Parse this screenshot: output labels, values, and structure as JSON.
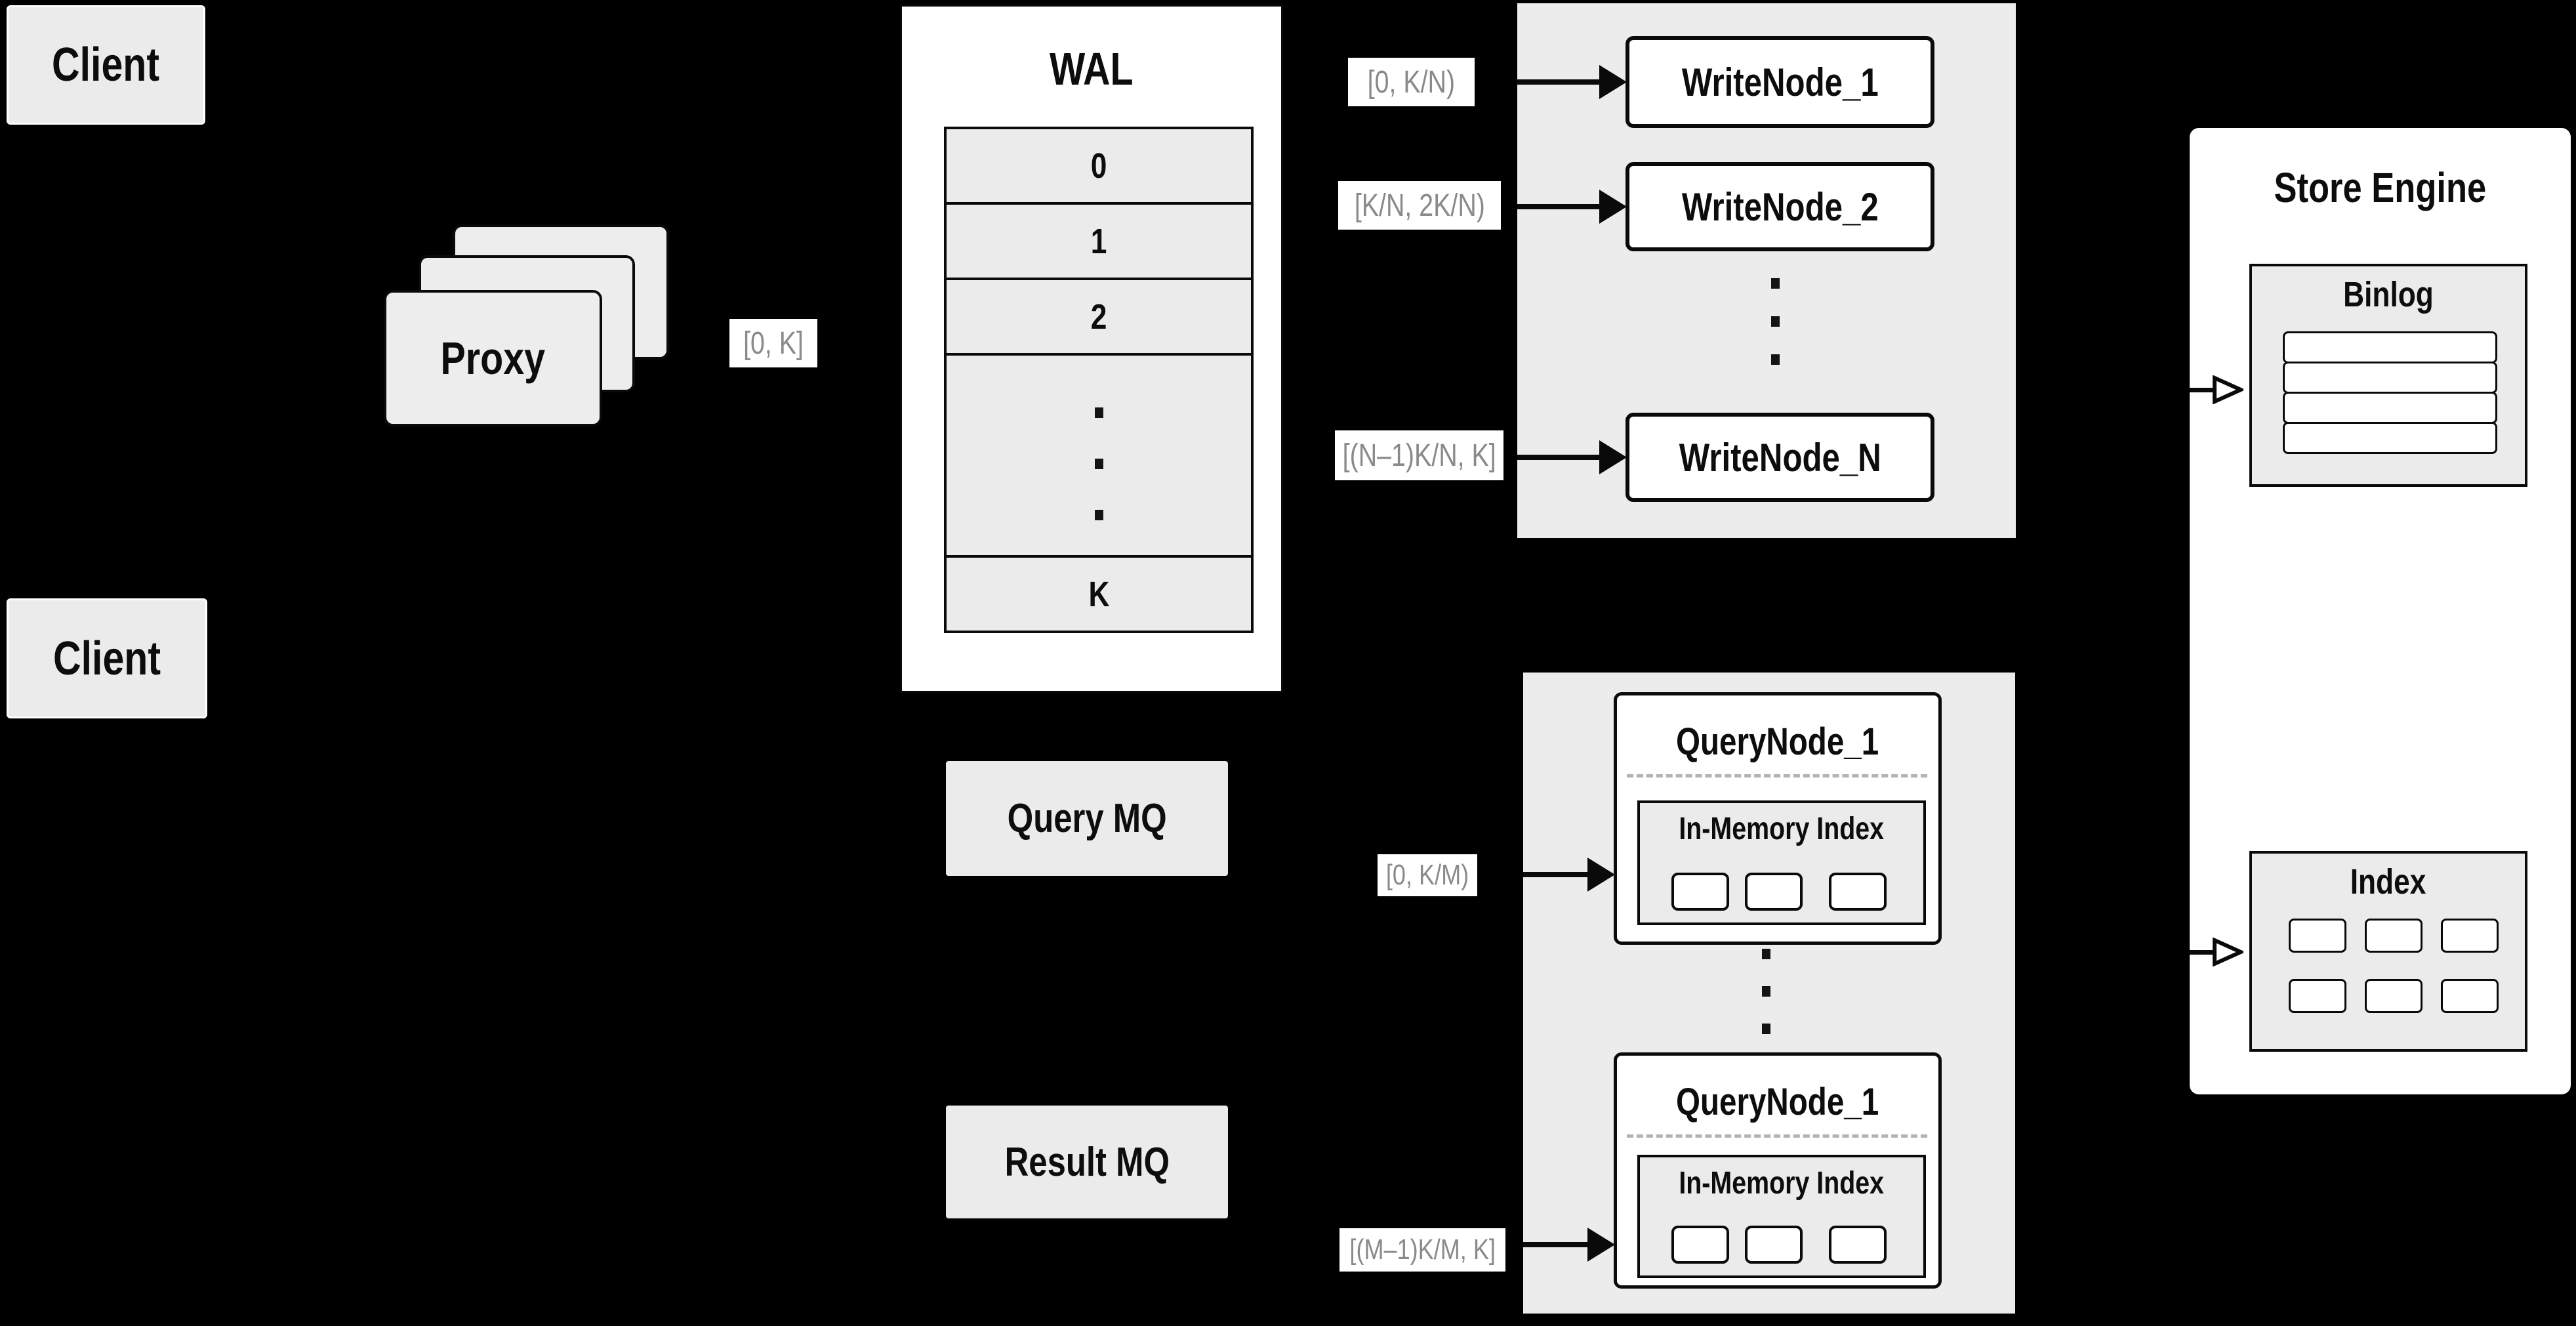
{
  "colors": {
    "background": "#000000",
    "box_fill": "#ebebeb",
    "panel_fill": "#ececec",
    "white": "#ffffff",
    "stroke": "#0a0a0a",
    "range_text": "#8a8a8a"
  },
  "clients": {
    "top_label": "Client",
    "bottom_label": "Client"
  },
  "proxy": {
    "label": "Proxy"
  },
  "ranges": {
    "proxy_to_wal": "[0, K]",
    "wal_to_write1": "[0, K/N)",
    "wal_to_write2": "[K/N, 2K/N)",
    "wal_to_writeN": "[(N–1)K/N, K]",
    "mq_to_query1": "[0, K/M)",
    "mq_to_queryM": "[(M–1)K/M, K]"
  },
  "wal": {
    "title": "WAL",
    "segments": [
      "0",
      "1",
      "2",
      "K"
    ]
  },
  "write_group": {
    "nodes": [
      "WriteNode_1",
      "WriteNode_2",
      "WriteNode_N"
    ]
  },
  "mq": {
    "query_label": "Query MQ",
    "result_label": "Result MQ"
  },
  "query_group": {
    "nodes": [
      {
        "title": "QueryNode_1",
        "inner_title": "In-Memory Index"
      },
      {
        "title": "QueryNode_1",
        "inner_title": "In-Memory Index"
      }
    ]
  },
  "store_engine": {
    "title": "Store Engine",
    "binlog_title": "Binlog",
    "index_title": "Index"
  }
}
